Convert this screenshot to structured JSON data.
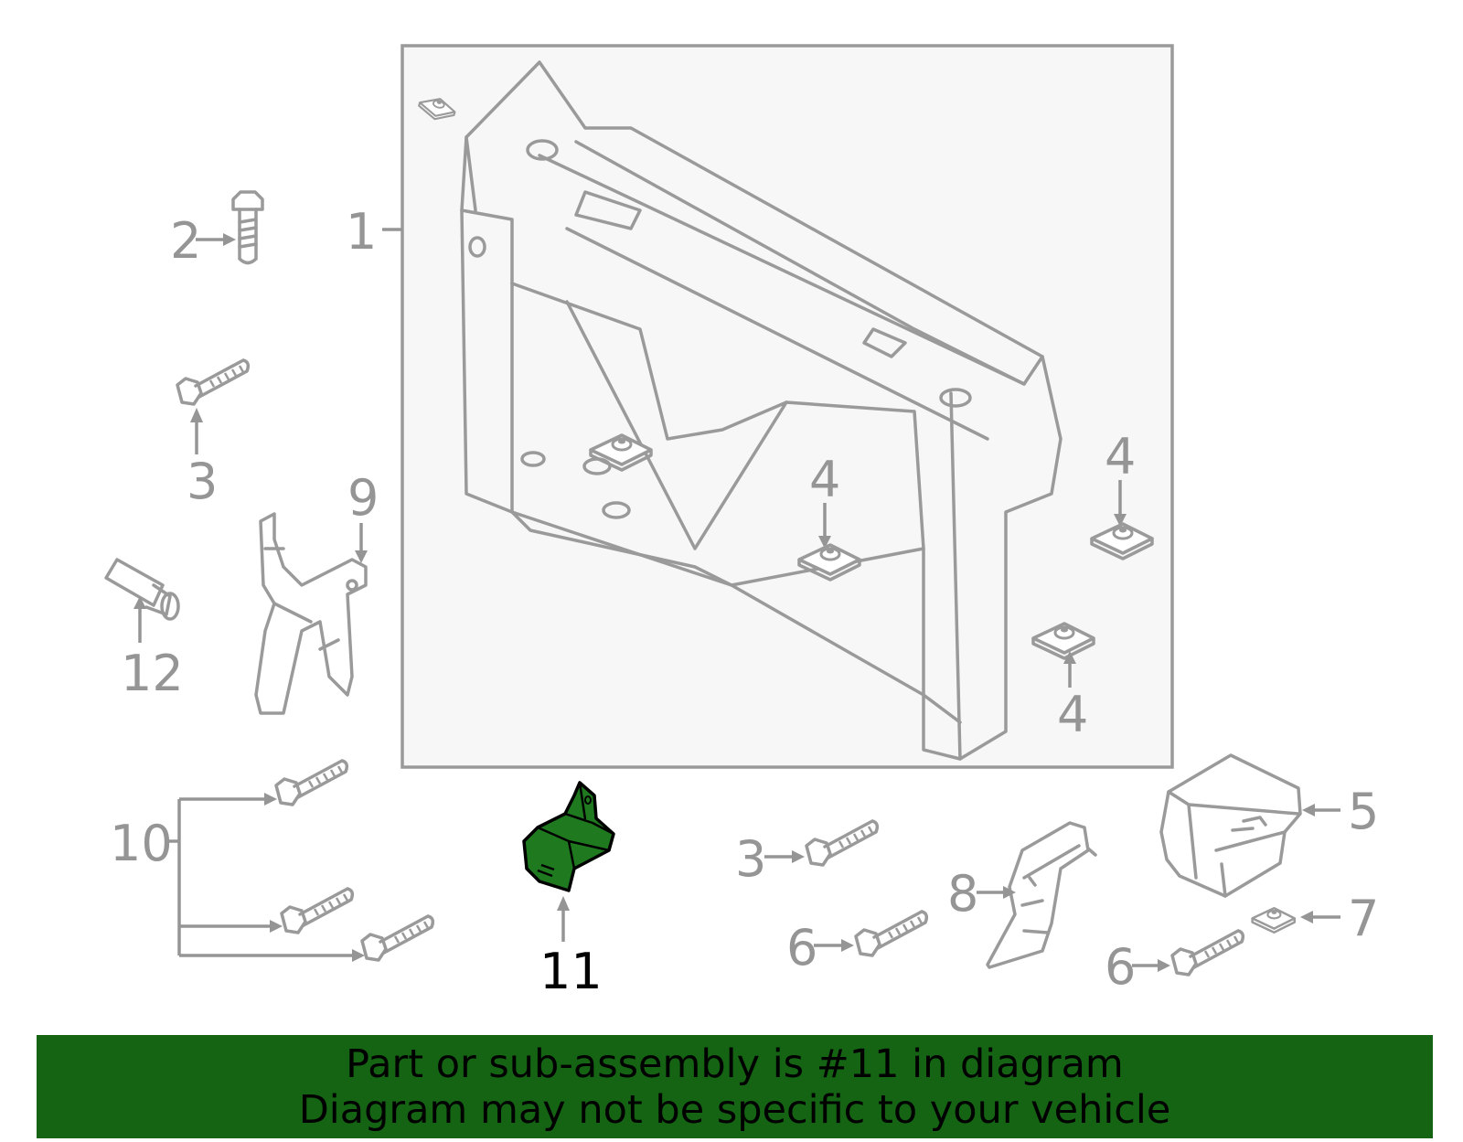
{
  "colors": {
    "part_outline": "#9a9a9a",
    "highlight": "#1f7a1f",
    "banner_bg": "#146414",
    "frame_bg": "#f7f7f7"
  },
  "callouts": {
    "c1": "1",
    "c2": "2",
    "c3a": "3",
    "c3b": "3",
    "c4a": "4",
    "c4b": "4",
    "c4c": "4",
    "c5": "5",
    "c6a": "6",
    "c6b": "6",
    "c7": "7",
    "c8": "8",
    "c9": "9",
    "c10": "10",
    "c11": "11",
    "c12": "12"
  },
  "highlighted_part": "11",
  "banner": {
    "line1": "Part or sub-assembly is #11 in diagram",
    "line2": "Diagram may not be specific to your vehicle"
  }
}
